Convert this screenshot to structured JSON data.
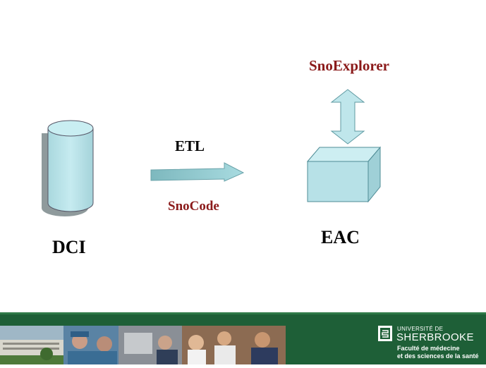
{
  "diagram": {
    "dci_label": "DCI",
    "eac_label": "EAC",
    "etl_label": "ETL",
    "snocode_label": "SnoCode",
    "snoexplorer_label": "SnoExplorer"
  },
  "footer": {
    "univ_label": "UNIVERSITÉ DE",
    "university_name": "SHERBROOKE",
    "faculty_line1": "Faculté de médecine",
    "faculty_line2": "et des sciences de la santé"
  },
  "colors": {
    "shape_fill": "#b7e1e7",
    "shape_stroke": "#4f8c96",
    "label_red": "#8b1a1a",
    "footer_green": "#1e5f37",
    "footer_line": "#2f7a48"
  }
}
